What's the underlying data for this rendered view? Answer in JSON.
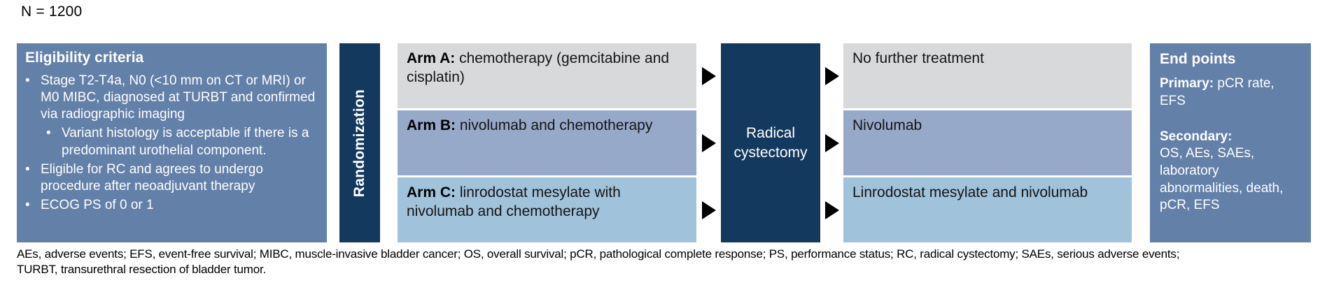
{
  "n_label": "N = 1200",
  "eligibility": {
    "title": "Eligibility criteria",
    "items": [
      {
        "text": "Stage T2-T4a, N0 (<10 mm on CT or MRI) or M0 MIBC, diagnosed at TURBT and confirmed via radiographic imaging"
      },
      {
        "text": "Variant histology is acceptable if there is a predominant urothelial component."
      },
      {
        "text": "Eligible for RC and agrees to undergo procedure after neoadjuvant therapy"
      },
      {
        "text": "ECOG PS of 0 or 1"
      }
    ]
  },
  "randomization": {
    "label": "Randomization"
  },
  "arms": {
    "items": [
      {
        "label": "Arm A:",
        "text": "chemotherapy (gemcitabine and cisplatin)"
      },
      {
        "label": "Arm B:",
        "text": "nivolumab and chemotherapy"
      },
      {
        "label": "Arm C:",
        "text": "linrodostat mesylate with nivolumab and chemotherapy"
      }
    ]
  },
  "surgery": {
    "label": "Radical cystectomy"
  },
  "post_surgery": {
    "items": [
      {
        "text": "No further treatment"
      },
      {
        "text": "Nivolumab"
      },
      {
        "text": "Linrodostat mesylate and nivolumab"
      }
    ]
  },
  "endpoints": {
    "title": "End points",
    "primary_label": "Primary:",
    "primary_text": "pCR rate, EFS",
    "secondary_label": "Secondary:",
    "secondary_text": "OS, AEs, SAEs, laboratory abnormalities, death, pCR, EFS"
  },
  "footnote": {
    "line1": "AEs, adverse events; EFS, event-free survival; MIBC, muscle-invasive bladder cancer; OS, overall survival; pCR, pathological complete response; PS, performance status; RC, radical cystectomy; SAEs, serious adverse events;",
    "line2": "TURBT, transurethral resection of bladder tumor."
  },
  "colors": {
    "panel_slate_blue": "#6380A8",
    "navy": "#14395F",
    "arm_a_gray": "#D8D9DB",
    "arm_b_periwinkle": "#97A9C9",
    "arm_c_light_blue": "#A1C2DB",
    "arrow_black": "#000000"
  }
}
